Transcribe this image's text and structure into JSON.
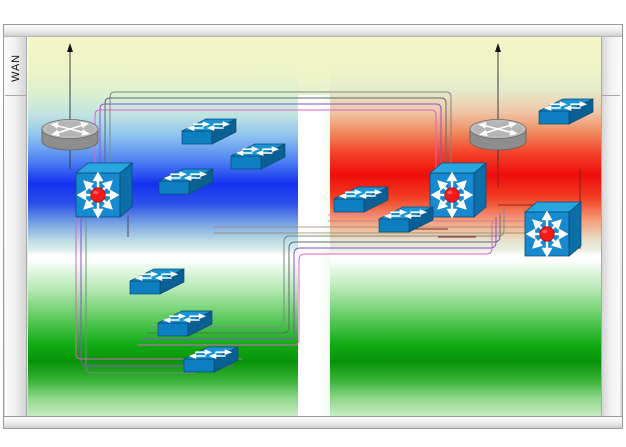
{
  "diagram": {
    "title": "WAN",
    "side_label": "WAN",
    "zones": {
      "top_left": {
        "name": "blue-campus-zone",
        "color": "#1431f0"
      },
      "top_right": {
        "name": "red-campus-zone",
        "color": "#ef0d0b"
      },
      "bottom_left": {
        "name": "green-access-zone-left",
        "color": "#089307"
      },
      "bottom_right": {
        "name": "green-access-zone-right",
        "color": "#089307"
      },
      "top_band": {
        "name": "wan-band",
        "color": "#f4f6c8"
      }
    },
    "link_colors": {
      "gray": "#7b8a8a",
      "slate": "#5d6d6d",
      "purple": "#8a52c8",
      "magenta": "#e060c8",
      "pink": "#f07ab4",
      "olive": "#8a8a4a",
      "dark_red": "#8f2020"
    },
    "nodes": [
      {
        "id": "router-left",
        "type": "router",
        "label": "",
        "zone": "top-left"
      },
      {
        "id": "router-right",
        "type": "router",
        "label": "",
        "zone": "top-right"
      },
      {
        "id": "core-switch-left",
        "type": "multilayer-switch",
        "label": "",
        "zone": "top-left"
      },
      {
        "id": "core-switch-right",
        "type": "multilayer-switch",
        "label": "",
        "zone": "top-right"
      },
      {
        "id": "edge-switch-right-lower",
        "type": "multilayer-switch",
        "label": "",
        "zone": "top-right"
      },
      {
        "id": "switch-l1",
        "type": "switch",
        "label": "",
        "zone": "top-left"
      },
      {
        "id": "switch-l2",
        "type": "switch",
        "label": "",
        "zone": "top-left"
      },
      {
        "id": "switch-l3",
        "type": "switch",
        "label": "",
        "zone": "top-left"
      },
      {
        "id": "switch-b1",
        "type": "switch",
        "label": "",
        "zone": "bottom-left"
      },
      {
        "id": "switch-b2",
        "type": "switch",
        "label": "",
        "zone": "bottom-left"
      },
      {
        "id": "switch-b3",
        "type": "switch",
        "label": "",
        "zone": "bottom-left"
      },
      {
        "id": "switch-r1",
        "type": "switch",
        "label": "",
        "zone": "top-right"
      },
      {
        "id": "switch-r2",
        "type": "switch",
        "label": "",
        "zone": "top-right"
      },
      {
        "id": "switch-r-top",
        "type": "switch",
        "label": "",
        "zone": "top-right"
      }
    ]
  }
}
